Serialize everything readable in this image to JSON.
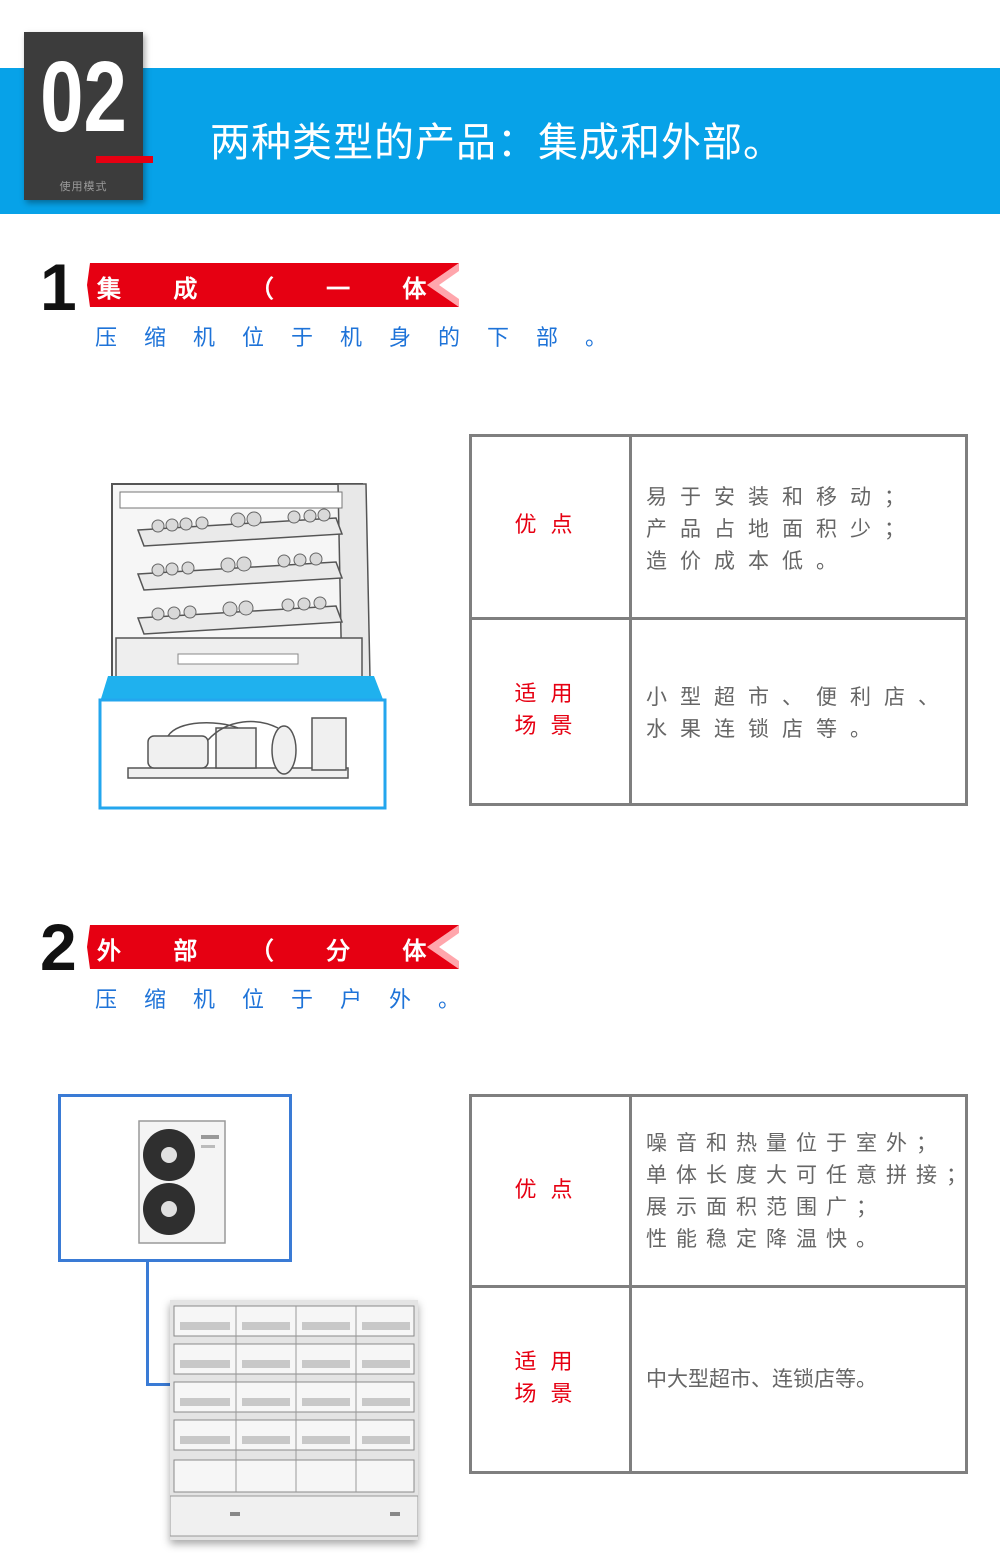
{
  "header": {
    "number": "02",
    "subtitle": "使用模式",
    "title": "两种类型的产品：集成和外部。"
  },
  "sections": [
    {
      "number": "1",
      "ribbon": "集 成 （ 一 体 机 ）",
      "subtitle": "压缩机位于机身的下部。",
      "table": {
        "advantages_label": "优点",
        "advantages": "易于安装和移动；\n产品占地面积少；\n造价成本低。",
        "scenes_label_1": "适用",
        "scenes_label_2": "场景",
        "scenes": "小型超市、便利店、\n水果连锁店等。"
      }
    },
    {
      "number": "2",
      "ribbon": "外 部 （ 分 体 机 ）",
      "subtitle": "压缩机位于户外。",
      "table": {
        "advantages_label": "优点",
        "advantages": "噪音和热量位于室外；\n单体长度大可任意拼接；\n展示面积范围广；\n性能稳定降温快。",
        "scenes_label_1": "适用",
        "scenes_label_2": "场景",
        "scenes": "中大型超市、连锁店等。"
      }
    }
  ],
  "colors": {
    "header_blue": "#07a2e8",
    "accent_red": "#e60012",
    "subtitle_blue": "#1e73d8",
    "badge_dark": "#3c3c3c",
    "table_border": "#7f7f7f"
  }
}
